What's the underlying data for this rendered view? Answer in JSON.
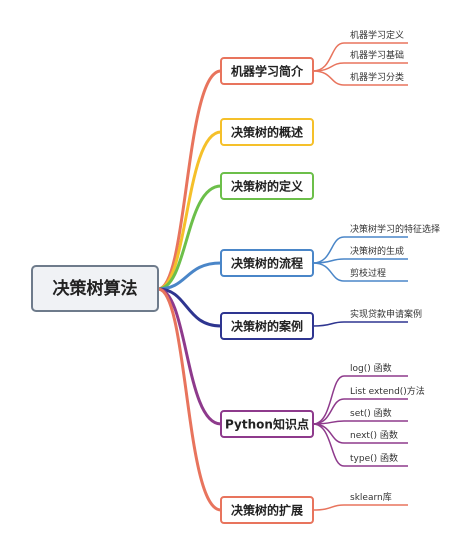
{
  "root": {
    "label": "决策树算法",
    "border_color": "#6e7b8b",
    "bg": "#f0f2f5"
  },
  "branches": [
    {
      "label": "机器学习简介",
      "color": "#e8745d",
      "children": [
        "机器学习定义",
        "机器学习基础",
        "机器学习分类"
      ]
    },
    {
      "label": "决策树的概述",
      "color": "#f5c02a",
      "children": []
    },
    {
      "label": "决策树的定义",
      "color": "#6cbf4a",
      "children": []
    },
    {
      "label": "决策树的流程",
      "color": "#4a86c8",
      "children": [
        "决策树学习的特征选择",
        "决策树的生成",
        "剪枝过程"
      ]
    },
    {
      "label": "决策树的案例",
      "color": "#2e3590",
      "children": [
        "实现贷款申请案例"
      ]
    },
    {
      "label": "Python知识点",
      "color": "#8e3a8c",
      "children": [
        "log() 函数",
        "List extend()方法",
        "set() 函数",
        "next() 函数",
        "type() 函数"
      ]
    },
    {
      "label": "决策树的扩展",
      "color": "#e8745d",
      "children": [
        "sklearn库"
      ]
    }
  ]
}
